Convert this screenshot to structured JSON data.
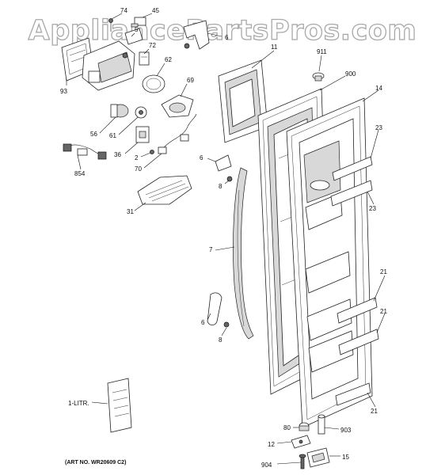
{
  "watermark": "AppliancePartsPros.com",
  "art_number": "(ART NO. WR20609 C2)",
  "labels": {
    "p74": "74",
    "p45": "45",
    "p5": "5",
    "p6a": "6",
    "p72": "72",
    "p93": "93",
    "p62": "62",
    "p69": "69",
    "p56": "56",
    "p61": "61",
    "p36": "36",
    "p2": "2",
    "p70": "70",
    "p854": "854",
    "p31": "31",
    "p11": "11",
    "p911": "911",
    "p900": "900",
    "p14": "14",
    "p23a": "23",
    "p23b": "23",
    "p6b": "6",
    "p8a": "8",
    "p7": "7",
    "p6c": "6",
    "p8b": "8",
    "p21a": "21",
    "p21b": "21",
    "p21c": "21",
    "p1litr": "1-LITR.",
    "p80": "80",
    "p903": "903",
    "p12": "12",
    "p904": "904",
    "p15": "15"
  }
}
